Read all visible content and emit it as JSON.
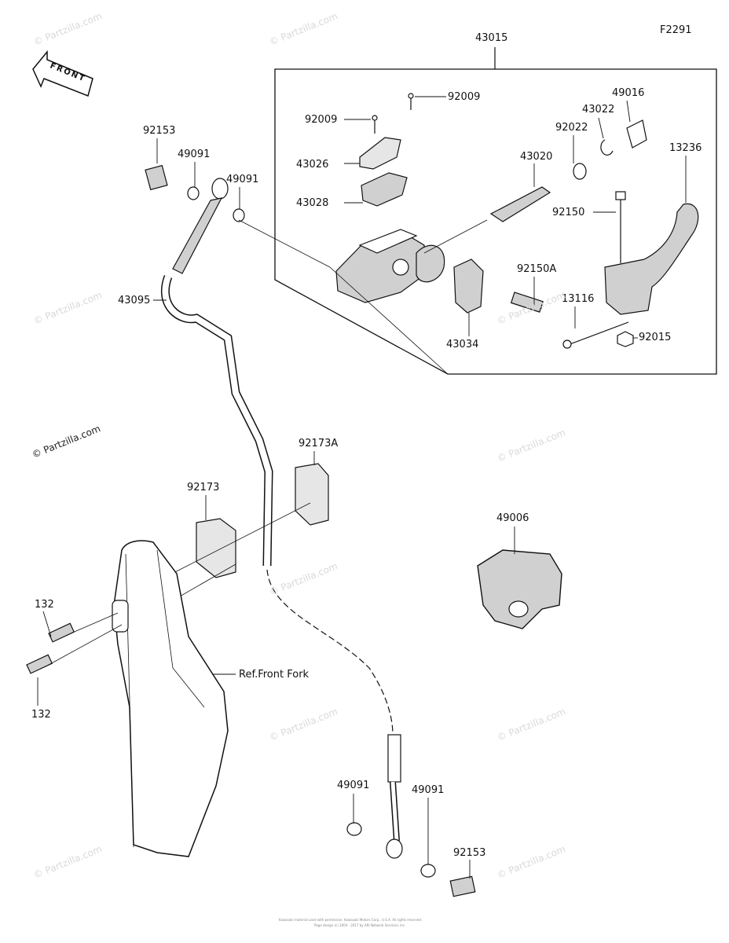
{
  "diagram_code": "F2291",
  "assembly_number": "43015",
  "front_arrow_label": "FRONT",
  "watermark": "© Partzilla.com",
  "reference_label": "Ref.Front Fork",
  "part_labels": [
    "92009",
    "92009",
    "43026",
    "43028",
    "92153",
    "49091",
    "49091",
    "43020",
    "92022",
    "43022",
    "49016",
    "13236",
    "92150",
    "92150A",
    "13116",
    "43034",
    "92015",
    "43095",
    "92173A",
    "92173",
    "49006",
    "132",
    "132",
    "49091",
    "49091",
    "92153"
  ],
  "footer": {
    "line1": "Kawasaki material used with permission. Kawasaki Motors Corp., U.S.A. All rights reserved.",
    "line2": "Page design (c) 2004 - 2017 by ARI Network Services, Inc."
  },
  "colors": {
    "line": "#111111",
    "fill": "#d0d0d0",
    "watermark": "#d9d9d9"
  }
}
